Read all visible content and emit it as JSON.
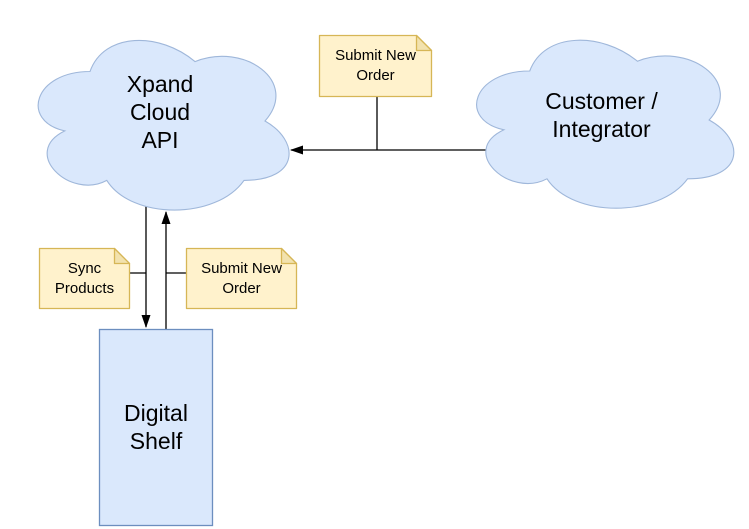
{
  "diagram": {
    "nodes": {
      "xpand_cloud": {
        "shape": "cloud",
        "label": "Xpand Cloud API",
        "lines": [
          "Xpand",
          "Cloud",
          "API"
        ]
      },
      "customer_cloud": {
        "shape": "cloud",
        "label": "Customer / Integrator",
        "lines": [
          "Customer /",
          "Integrator"
        ]
      },
      "digital_shelf": {
        "shape": "rectangle",
        "label": "Digital Shelf",
        "lines": [
          "Digital",
          "Shelf"
        ]
      }
    },
    "notes": {
      "submit_order_top": {
        "label": "Submit New Order",
        "lines": [
          "Submit New",
          "Order"
        ]
      },
      "sync_products": {
        "label": "Sync Products",
        "lines": [
          "Sync",
          "Products"
        ]
      },
      "submit_order_mid": {
        "label": "Submit New Order",
        "lines": [
          "Submit New",
          "Order"
        ]
      }
    },
    "edges": [
      {
        "from": "customer_cloud",
        "to": "xpand_cloud",
        "direction": "left",
        "note": "Submit New Order"
      },
      {
        "from": "xpand_cloud",
        "to": "digital_shelf",
        "direction": "down",
        "note": "Sync Products"
      },
      {
        "from": "digital_shelf",
        "to": "xpand_cloud",
        "direction": "up",
        "note": "Submit New Order"
      }
    ],
    "colors": {
      "node_fill": "#dae8fc",
      "cloud_stroke": "#9fb7da",
      "rect_stroke": "#6c8ebf",
      "note_fill": "#fff2cc",
      "note_stroke": "#d6b656",
      "note_fold": "#f2e2ae",
      "edge": "#000000",
      "text": "#000000",
      "background": "#ffffff"
    }
  }
}
